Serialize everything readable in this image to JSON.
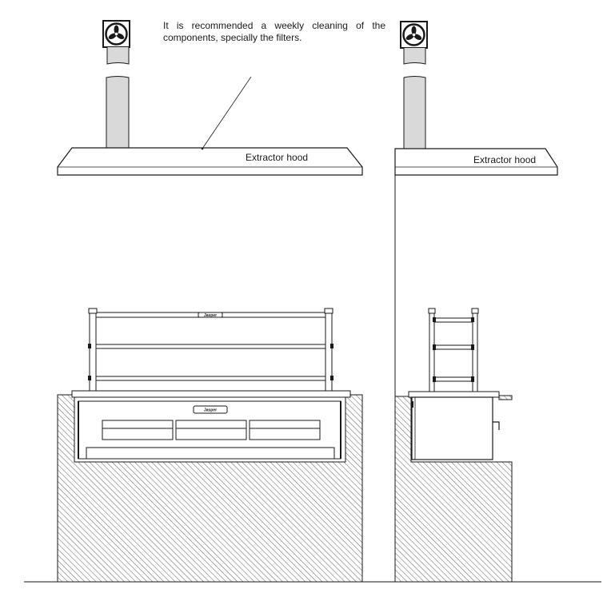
{
  "annotation": {
    "cleaning_note": "It is recommended a weekly cleaning of the components, specially the filters."
  },
  "front_view": {
    "hood_label": "Extractor hood",
    "brand_plate": "Jasper"
  },
  "side_view": {
    "hood_label": "Extractor hood"
  },
  "icons": {
    "fan": "fan-icon"
  },
  "colors": {
    "line": "#1a1a1a",
    "duct_fill": "#d9d9d9",
    "hood_fill": "#ffffff"
  }
}
